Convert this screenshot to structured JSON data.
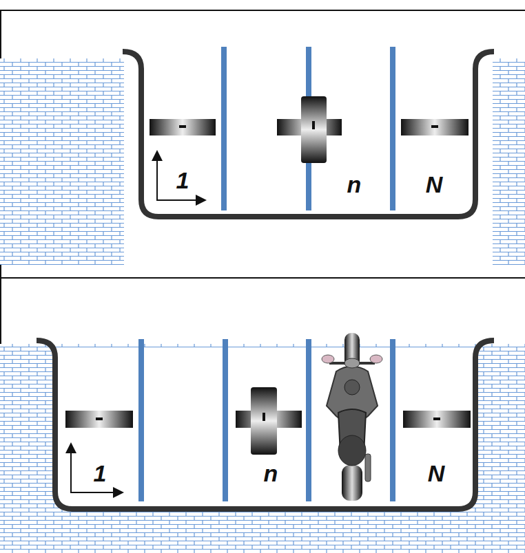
{
  "diagram": {
    "labels": [
      "1",
      "n",
      "N",
      "1",
      "n",
      "N"
    ]
  }
}
